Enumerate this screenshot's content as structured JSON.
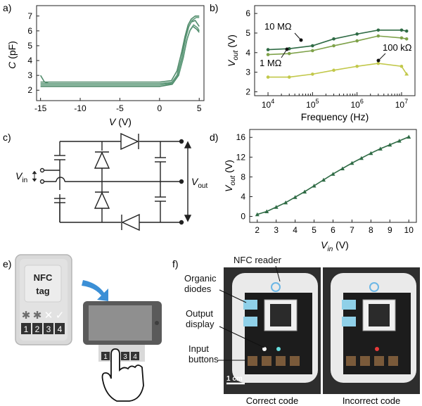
{
  "panels": {
    "a": "a)",
    "b": "b)",
    "c": "c)",
    "d": "d)",
    "e": "e)",
    "f": "f)"
  },
  "colors": {
    "dark_green": "#2f6b45",
    "mid_green": "#7fa24a",
    "light_green": "#c2c84a",
    "curve_green": "#4f8a6a",
    "phone": "#5a5a5a",
    "arrow_blue": "#3b8fd6"
  },
  "chart_data": [
    {
      "id": "a",
      "type": "line",
      "ylabel": "C (pF)",
      "xlabel": "V (V)",
      "xlim": [
        -15.5,
        5.6
      ],
      "ylim": [
        1.3,
        7.7
      ],
      "xticks": [
        -15,
        -10,
        -5,
        0,
        5
      ],
      "yticks": [
        2,
        3,
        4,
        5,
        6,
        7
      ],
      "series": [
        {
          "x": [
            -15,
            -14.5,
            -14,
            -10,
            -5,
            0,
            1.5,
            2.2,
            2.8,
            3.2,
            3.6,
            4,
            4.5,
            5
          ],
          "y": [
            3.0,
            2.55,
            2.45,
            2.45,
            2.45,
            2.45,
            2.5,
            3.0,
            4.2,
            5.4,
            6.2,
            6.6,
            6.7,
            6.3
          ]
        },
        {
          "x": [
            -15,
            -14,
            -10,
            -5,
            0,
            1.5,
            2.3,
            2.9,
            3.3,
            3.7,
            4.1,
            4.6,
            5
          ],
          "y": [
            2.35,
            2.35,
            2.35,
            2.35,
            2.35,
            2.45,
            3.1,
            4.4,
            5.5,
            6.3,
            6.7,
            6.9,
            6.9
          ]
        },
        {
          "x": [
            -15,
            -14,
            -10,
            -5,
            0,
            1.6,
            2.4,
            3.0,
            3.4,
            3.8,
            4.2,
            4.7,
            5
          ],
          "y": [
            2.25,
            2.25,
            2.25,
            2.25,
            2.25,
            2.4,
            3.0,
            4.2,
            5.3,
            6.0,
            6.3,
            6.1,
            5.9
          ]
        },
        {
          "x": [
            -15,
            -14,
            -10,
            -5,
            0,
            1.7,
            2.5,
            3.1,
            3.5,
            3.9,
            4.3,
            4.8,
            5
          ],
          "y": [
            2.45,
            2.45,
            2.45,
            2.45,
            2.45,
            2.55,
            3.2,
            4.5,
            5.5,
            6.1,
            6.4,
            6.2,
            6.0
          ]
        },
        {
          "x": [
            -15,
            -14,
            -10,
            -5,
            0,
            1.5,
            2.2,
            2.8,
            3.2,
            3.6,
            4.0,
            4.5,
            5
          ],
          "y": [
            2.55,
            2.55,
            2.55,
            2.55,
            2.55,
            2.65,
            3.3,
            4.6,
            5.6,
            6.4,
            6.8,
            7.0,
            7.0
          ]
        }
      ]
    },
    {
      "id": "b",
      "type": "line",
      "ylabel": "V_out (V)",
      "xlabel": "Frequency (Hz)",
      "xscale": "log",
      "xlim": [
        5000,
        20000000
      ],
      "ylim": [
        1.8,
        6.4
      ],
      "yticks": [
        2,
        3,
        4,
        5,
        6
      ],
      "xticks": [
        10000,
        100000,
        1000000,
        10000000
      ],
      "xtick_labels": [
        [
          "10",
          "4"
        ],
        [
          "10",
          "5"
        ],
        [
          "10",
          "6"
        ],
        [
          "10",
          "7"
        ]
      ],
      "series": [
        {
          "name": "10 MΩ",
          "x": [
            10000,
            30000,
            100000,
            300000,
            1000000,
            3000000,
            10000000,
            13000000
          ],
          "y": [
            4.15,
            4.2,
            4.35,
            4.7,
            4.95,
            5.15,
            5.15,
            5.1
          ]
        },
        {
          "name": "1 MΩ",
          "x": [
            10000,
            30000,
            100000,
            300000,
            1000000,
            3000000,
            10000000,
            13000000
          ],
          "y": [
            3.9,
            3.95,
            4.1,
            4.35,
            4.6,
            4.85,
            4.75,
            4.7
          ]
        },
        {
          "name": "100 kΩ",
          "x": [
            10000,
            30000,
            100000,
            300000,
            1000000,
            3000000,
            10000000,
            13000000
          ],
          "y": [
            2.75,
            2.75,
            2.9,
            3.1,
            3.3,
            3.45,
            3.3,
            2.9
          ]
        }
      ]
    },
    {
      "id": "d",
      "type": "line",
      "ylabel": "V_out (V)",
      "xlabel": "V_in (V)",
      "xlim": [
        1.6,
        10.4
      ],
      "ylim": [
        -1.2,
        17.6
      ],
      "xticks": [
        2,
        3,
        4,
        5,
        6,
        7,
        8,
        9,
        10
      ],
      "yticks": [
        0,
        4,
        8,
        12,
        16
      ],
      "series": [
        {
          "x": [
            2,
            2.5,
            3,
            3.5,
            4,
            4.5,
            5,
            5.5,
            6,
            6.5,
            7,
            7.5,
            8,
            8.5,
            9,
            9.5,
            10
          ],
          "y": [
            0.4,
            1.0,
            1.9,
            2.8,
            3.9,
            5.0,
            6.2,
            7.4,
            8.6,
            9.7,
            10.8,
            11.8,
            12.8,
            13.7,
            14.5,
            15.3,
            16.1
          ]
        }
      ]
    }
  ],
  "circuit": {
    "vin_label": "V",
    "vin_sub": "in",
    "vout_label": "V",
    "vout_sub": "out"
  },
  "panel_e": {
    "tag_line1": "NFC",
    "tag_line2": "tag",
    "tag_symbols": [
      "✱",
      "✱",
      "✕",
      "✓"
    ],
    "tag_digits": [
      "1",
      "2",
      "3",
      "4"
    ],
    "phone_digits": [
      "1",
      "3",
      "4"
    ]
  },
  "panel_f": {
    "nfc_reader": "NFC reader",
    "organic_diodes": [
      "Organic",
      "diodes"
    ],
    "output_display": [
      "Output",
      "display"
    ],
    "input_buttons": [
      "Input",
      "buttons"
    ],
    "scale_bar": "1 cm",
    "caption_left": "Correct code",
    "caption_right": "Incorrect code"
  }
}
